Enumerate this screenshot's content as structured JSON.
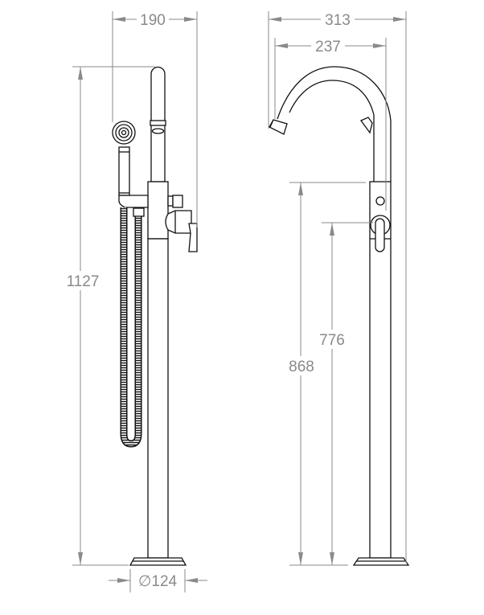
{
  "drawing": {
    "left_view": {
      "width_dim": "190",
      "height_dim": "1127",
      "base_diameter_dim": "∅124"
    },
    "right_view": {
      "overall_reach_dim": "313",
      "spout_reach_dim": "237",
      "body_height_dim": "868",
      "lever_height_dim": "776"
    },
    "colors": {
      "dimension": "#8a8a8a",
      "outline": "#111111"
    }
  }
}
